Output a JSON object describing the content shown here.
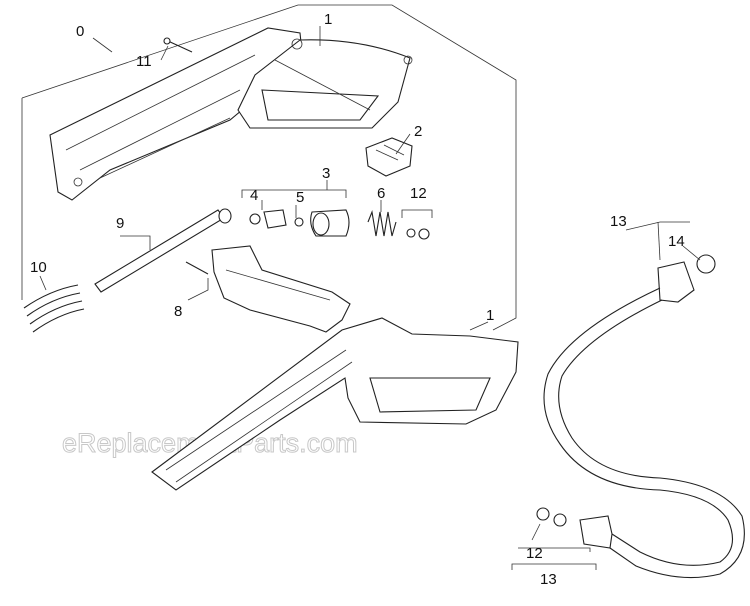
{
  "diagram": {
    "watermark": "eReplacementParts.com",
    "callouts": {
      "c0": "0",
      "c1_top": "1",
      "c1_mid": "1",
      "c2": "2",
      "c3": "3",
      "c4": "4",
      "c5": "5",
      "c6": "6",
      "c8": "8",
      "c9": "9",
      "c10": "10",
      "c11": "11",
      "c12_top": "12",
      "c12_bottom": "12",
      "c13_top": "13",
      "c13_bottom": "13",
      "c14": "14"
    }
  }
}
